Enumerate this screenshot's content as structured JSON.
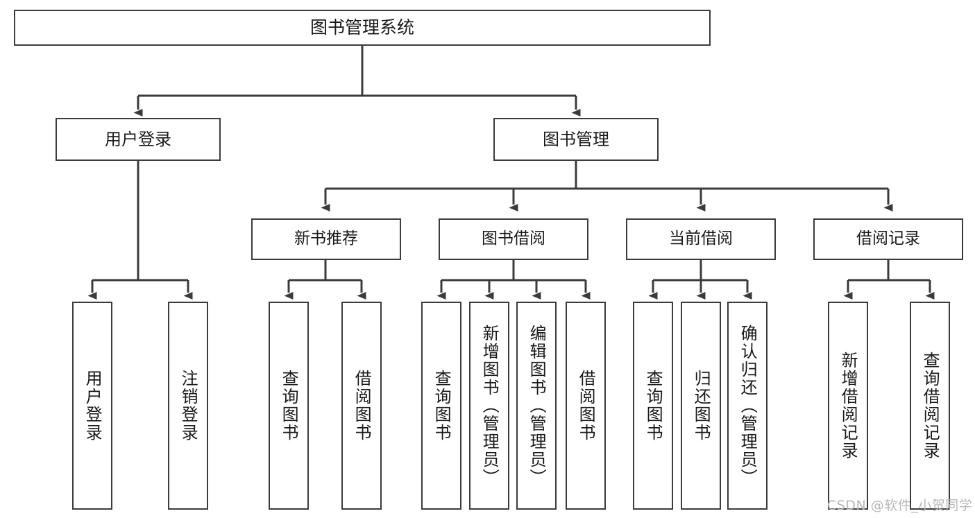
{
  "diagram": {
    "title": "图书管理系统",
    "watermark": "CSDN @软件_小贺同学",
    "line_color": "#3b3b3b",
    "box_fill": "#ffffff",
    "text_color": "#1a1a1a",
    "watermark_color": "#b8b8b8"
  },
  "nodes": {
    "root": {
      "label": "图书管理系统"
    },
    "level2": [
      {
        "label": "用户登录"
      },
      {
        "label": "图书管理"
      }
    ],
    "level3": [
      {
        "label": "新书推荐"
      },
      {
        "label": "图书借阅"
      },
      {
        "label": "当前借阅"
      },
      {
        "label": "借阅记录"
      }
    ],
    "leaves": {
      "user_login": [
        {
          "label": "用户登录"
        },
        {
          "label": "注销登录"
        }
      ],
      "new_book_recommend": [
        {
          "label": "查询图书"
        },
        {
          "label": "借阅图书"
        }
      ],
      "book_borrow": [
        {
          "label": "查询图书"
        },
        {
          "label": "新增图书（管理员）"
        },
        {
          "label": "编辑图书（管理员）"
        },
        {
          "label": "借阅图书"
        }
      ],
      "current_borrow": [
        {
          "label": "查询图书"
        },
        {
          "label": "归还图书"
        },
        {
          "label": "确认归还（管理员）"
        }
      ],
      "borrow_record": [
        {
          "label": "新增借阅记录"
        },
        {
          "label": "查询借阅记录"
        }
      ]
    }
  }
}
